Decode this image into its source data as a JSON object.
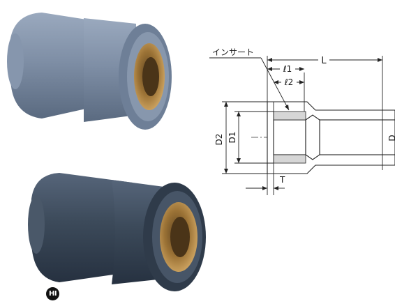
{
  "drawing": {
    "insert_label": "インサート",
    "L": "L",
    "l1": "ℓ1",
    "l2": "ℓ2",
    "D1": "D1",
    "D2": "D2",
    "D_cut": "D",
    "T": "T"
  },
  "badge": {
    "text": "HI"
  },
  "colors": {
    "pipe_light": "#7f8fa6",
    "pipe_dark": "#3c4a5a",
    "brass": "#b8894a",
    "insert_band": "#d6d6d6"
  }
}
